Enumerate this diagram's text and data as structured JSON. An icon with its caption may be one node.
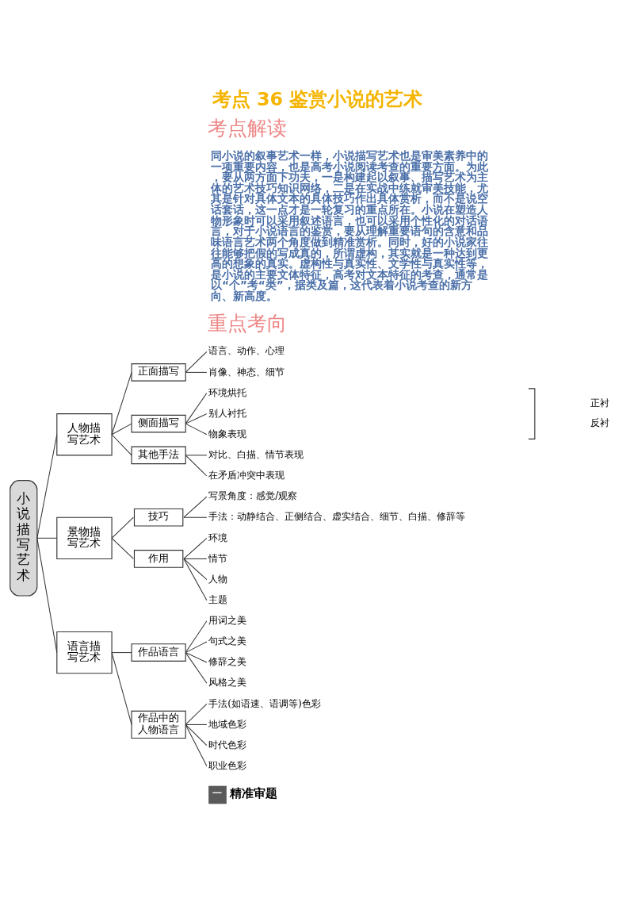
{
  "diagram": {
    "title": "考点 36 鉴赏小说的艺术",
    "nodes": [
      {
        "text": [
          "小说描写艺术"
        ]
      },
      {
        "text": [
          "人物描写艺术"
        ]
      },
      {
        "text": [
          "正面描写"
        ]
      },
      {
        "text": [
          "语言、动作、心理"
        ]
      },
      {
        "text": [
          "肖像、神态、细节"
        ]
      },
      {
        "text": [
          "侧面描写"
        ]
      },
      {
        "text": [
          "环境烘托"
        ]
      },
      {
        "text": [
          "别人衬托"
        ]
      },
      {
        "text": [
          "物象表现"
        ]
      },
      {
        "text": [
          "其他手法"
        ]
      },
      {
        "text": [
          "对比、白描、情节表现"
        ]
      },
      {
        "text": [
          "在矛盾冲突中表现"
        ]
      },
      {
        "text": [
          "景物描写艺术"
        ]
      },
      {
        "text": [
          "技巧"
        ]
      },
      {
        "text": [
          "写景角度：感觉/观察"
        ]
      },
      {
        "text": [
          "手法：动静结合、正侧结合、虚实结合、细节、白描、修辞等"
        ]
      },
      {
        "text": [
          "作用"
        ]
      },
      {
        "text": [
          "环境"
        ]
      },
      {
        "text": [
          "情节"
        ]
      },
      {
        "text": [
          "人物"
        ]
      },
      {
        "text": [
          "主题"
        ]
      },
      {
        "text": [
          "语言描写艺术"
        ]
      },
      {
        "text": [
          "作品语言"
        ]
      },
      {
        "text": [
          "用词之美"
        ]
      },
      {
        "text": [
          "句式之美"
        ]
      },
      {
        "text": [
          "修辞之美"
        ]
      },
      {
        "text": [
          "风格之美"
        ]
      },
      {
        "text": [
          "作品中的人物语言"
        ]
      },
      {
        "text": [
          "手法(如语速、语调等)色彩"
        ]
      },
      {
        "text": [
          "地域色彩"
        ]
      },
      {
        "text": [
          "时代色彩"
        ]
      },
      {
        "text": [
          "职业色彩"
        ]
      },
      {
        "text": [
          "一"
        ],
        "beside": [
          "精准审题"
        ]
      }
    ],
    "edges": [
      {
        "from": 0,
        "to": 1,
        "arrow": "none"
      },
      {
        "from": 0,
        "to": 12,
        "arrow": "none"
      },
      {
        "from": 0,
        "to": 21,
        "arrow": "none"
      },
      {
        "from": 1,
        "to": 2,
        "arrow": "none"
      },
      {
        "from": 1,
        "to": 5,
        "arrow": "none"
      },
      {
        "from": 1,
        "to": 9,
        "arrow": "none"
      },
      {
        "from": 2,
        "to": 3,
        "arrow": "none"
      },
      {
        "from": 2,
        "to": 4,
        "arrow": "none"
      },
      {
        "from": 5,
        "to": 6,
        "arrow": "none"
      },
      {
        "from": 5,
        "to": 7,
        "arrow": "none"
      },
      {
        "from": 5,
        "to": 8,
        "arrow": "none"
      },
      {
        "from": 9,
        "to": 10,
        "arrow": "none"
      },
      {
        "from": 9,
        "to": 11,
        "arrow": "none"
      },
      {
        "from": 12,
        "to": 13,
        "arrow": "none"
      },
      {
        "from": 12,
        "to": 16,
        "arrow": "none"
      },
      {
        "from": 13,
        "to": 14,
        "arrow": "none"
      },
      {
        "from": 13,
        "to": 15,
        "arrow": "none"
      },
      {
        "from": 16,
        "to": 17,
        "arrow": "none"
      },
      {
        "from": 16,
        "to": 18,
        "arrow": "none"
      },
      {
        "from": 16,
        "to": 19,
        "arrow": "none"
      },
      {
        "from": 16,
        "to": 20,
        "arrow": "none"
      },
      {
        "from": 21,
        "to": 22,
        "arrow": "none"
      },
      {
        "from": 21,
        "to": 27,
        "arrow": "none"
      },
      {
        "from": 22,
        "to": 23,
        "arrow": "none"
      },
      {
        "from": 22,
        "to": 24,
        "arrow": "none"
      },
      {
        "from": 22,
        "to": 25,
        "arrow": "none"
      },
      {
        "from": 22,
        "to": 26,
        "arrow": "none"
      },
      {
        "from": 27,
        "to": 28,
        "arrow": "none"
      },
      {
        "from": 27,
        "to": 29,
        "arrow": "none"
      },
      {
        "from": 27,
        "to": 30,
        "arrow": "none"
      },
      {
        "from": 27,
        "to": 31,
        "arrow": "none"
      }
    ],
    "labels": [
      "考点解读",
      "同小说的叙事艺术一样，小说描写艺术也是审美素养中的一项重要内容，也是高考小说阅读考查的重要方面。为此，要从两方面下功夫，一是构建起以叙事、描写艺术为主体的艺术技巧知识网络，二是在实战中练就审美技能，尤其是针对具体文本的具体技巧作出具体赏析，而不是说空话套话，这一点才是一轮复习的重点所在。小说在塑造人物形象时可以采用叙述语言，也可以采用个性化的对话语言，对于小说语言的鉴赏，要从理解重要语句的含意和品味语言艺术两个角度做到精准赏析。同时，好的小说家往往能够把假的写成真的，所谓虚构，其实就是一种达到更高的想象的真实。虚构性与真实性、文学性与真实性等，是小说的主要文体特征，高考对文本特征的考查，通常是以“个”考“类”，据类及篇，这代表着小说考查的新方向、新高度。",
      "重点考向",
      "正衬",
      "反衬"
    ]
  }
}
